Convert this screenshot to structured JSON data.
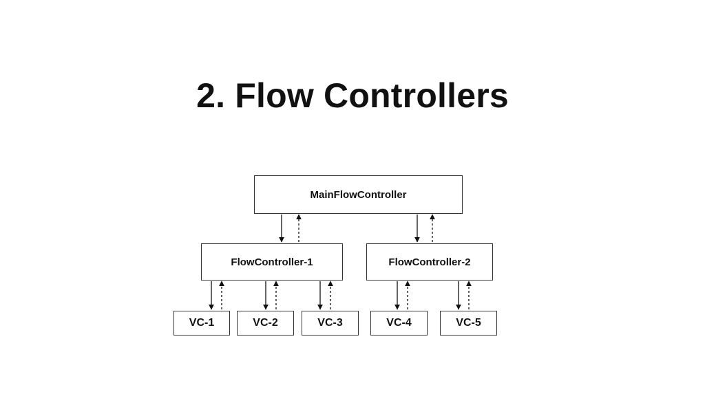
{
  "slide": {
    "title": "2. Flow Controllers"
  },
  "diagram": {
    "main": {
      "label": "MainFlowController"
    },
    "controllers": [
      {
        "label": "FlowController-1"
      },
      {
        "label": "FlowController-2"
      }
    ],
    "view_controllers": [
      {
        "label": "VC-1"
      },
      {
        "label": "VC-2"
      },
      {
        "label": "VC-3"
      },
      {
        "label": "VC-4"
      },
      {
        "label": "VC-5"
      }
    ],
    "line_color": "#111111",
    "border_color": "#333333"
  }
}
